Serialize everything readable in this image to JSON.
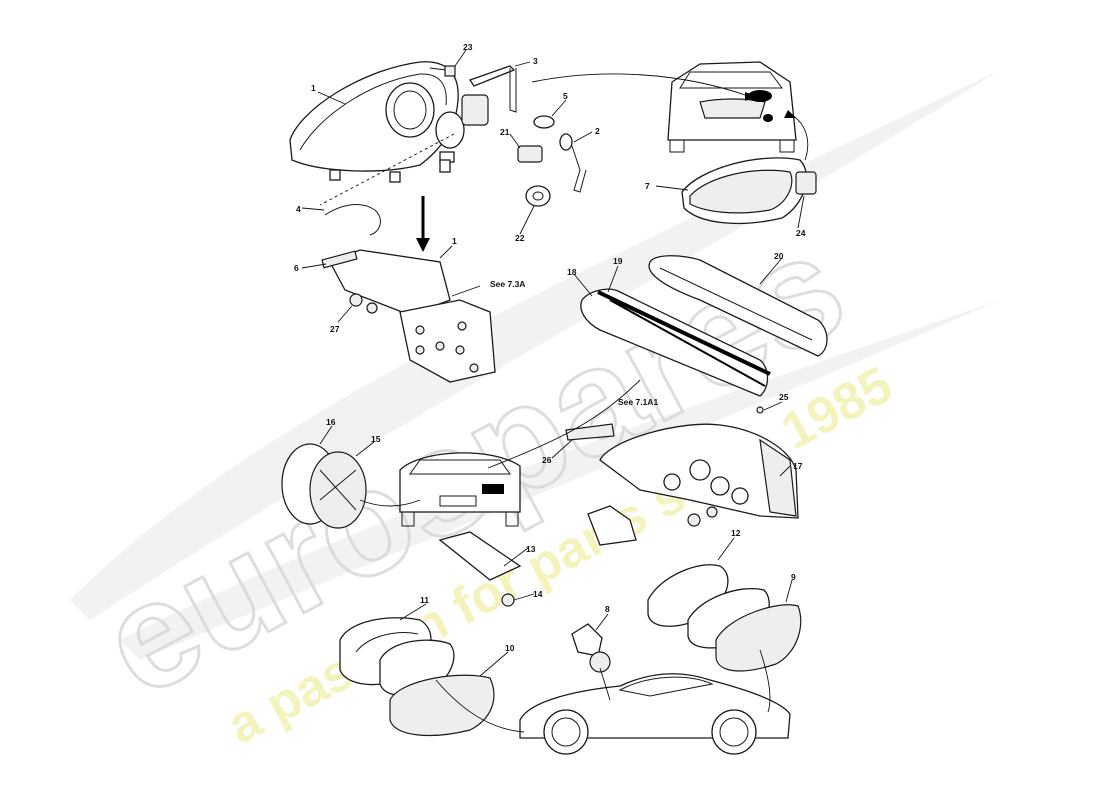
{
  "diagram": {
    "callouts": [
      "1",
      "2",
      "3",
      "4",
      "5",
      "6",
      "7",
      "8",
      "9",
      "10",
      "11",
      "12",
      "13",
      "14",
      "15",
      "16",
      "17",
      "18",
      "19",
      "20",
      "21",
      "22",
      "23",
      "24",
      "25",
      "26",
      "27",
      "1"
    ],
    "references": [
      "See 7.3A",
      "See 7.1A1"
    ]
  },
  "watermark": {
    "brand": "eurospares",
    "tagline": "a passion for parts since 1985"
  },
  "colors": {
    "line": "#1a1a1a",
    "watermark_grey": "#d8d8d8",
    "watermark_yellow": "#f2f0a8"
  }
}
